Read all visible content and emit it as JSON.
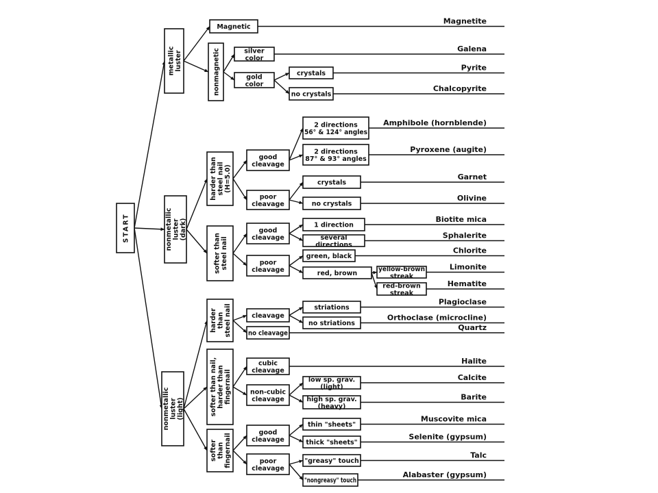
{
  "nodes": [
    {
      "id": "start",
      "lines": [
        "START"
      ]
    },
    {
      "id": "metallic",
      "lines": [
        "metallic",
        "luster"
      ]
    },
    {
      "id": "nonmet-dark",
      "lines": [
        "nonmetallic",
        "luster",
        "(dark)"
      ]
    },
    {
      "id": "nonmet-light",
      "lines": [
        "nonmetallic",
        "luster",
        "(light)"
      ]
    },
    {
      "id": "magnetic",
      "lines": [
        "Magnetic"
      ]
    },
    {
      "id": "nonmagnetic",
      "lines": [
        "nonmagnetic"
      ]
    },
    {
      "id": "silver",
      "lines": [
        "silver",
        "color"
      ]
    },
    {
      "id": "gold",
      "lines": [
        "gold",
        "color"
      ]
    },
    {
      "id": "crystals-m",
      "lines": [
        "crystals"
      ]
    },
    {
      "id": "nocrystals-m",
      "lines": [
        "no crystals"
      ]
    },
    {
      "id": "hard-dark",
      "lines": [
        "harder than",
        "steel nail",
        "(H=5.0)"
      ]
    },
    {
      "id": "soft-dark",
      "lines": [
        "softer than",
        "steel nail"
      ]
    },
    {
      "id": "good-cl-1",
      "lines": [
        "good",
        "cleavage"
      ]
    },
    {
      "id": "poor-cl-1",
      "lines": [
        "poor",
        "cleavage"
      ]
    },
    {
      "id": "dir2-56",
      "lines": [
        "2 directions",
        "56° & 124° angles"
      ]
    },
    {
      "id": "dir2-87",
      "lines": [
        "2 directions",
        "87° & 93° angles"
      ]
    },
    {
      "id": "crystals-d",
      "lines": [
        "crystals"
      ]
    },
    {
      "id": "nocrystals-d",
      "lines": [
        "no crystals"
      ]
    },
    {
      "id": "good-cl-2",
      "lines": [
        "good",
        "cleavage"
      ]
    },
    {
      "id": "poor-cl-2",
      "lines": [
        "poor",
        "cleavage"
      ]
    },
    {
      "id": "dir1",
      "lines": [
        "1 direction"
      ]
    },
    {
      "id": "several",
      "lines": [
        "several",
        "directions"
      ]
    },
    {
      "id": "greenblack",
      "lines": [
        "green, black"
      ]
    },
    {
      "id": "redbrown",
      "lines": [
        "red, brown"
      ]
    },
    {
      "id": "yb-streak",
      "lines": [
        "yellow-brown",
        "streak"
      ]
    },
    {
      "id": "rb-streak",
      "lines": [
        "red-brown",
        "streak"
      ]
    },
    {
      "id": "hard-light",
      "lines": [
        "harder",
        "than",
        "steel nail"
      ]
    },
    {
      "id": "mid-light",
      "lines": [
        "softer than nail,",
        "harder than",
        "fingernail"
      ]
    },
    {
      "id": "soft-light",
      "lines": [
        "softer",
        "than",
        "fingernail"
      ]
    },
    {
      "id": "cleavage-l",
      "lines": [
        "cleavage"
      ]
    },
    {
      "id": "nocleavage-l",
      "lines": [
        "no cleavage"
      ]
    },
    {
      "id": "striations",
      "lines": [
        "striations"
      ]
    },
    {
      "id": "nostriations",
      "lines": [
        "no striations"
      ]
    },
    {
      "id": "cubic",
      "lines": [
        "cubic",
        "cleavage"
      ]
    },
    {
      "id": "noncubic",
      "lines": [
        "non-cubic",
        "cleavage"
      ]
    },
    {
      "id": "lowsg",
      "lines": [
        "low sp. grav.",
        "(light)"
      ]
    },
    {
      "id": "highsg",
      "lines": [
        "high sp. grav.",
        "(heavy)"
      ]
    },
    {
      "id": "good-cl-3",
      "lines": [
        "good",
        "cleavage"
      ]
    },
    {
      "id": "poor-cl-3",
      "lines": [
        "poor",
        "cleavage"
      ]
    },
    {
      "id": "thin",
      "lines": [
        "thin \"sheets\""
      ]
    },
    {
      "id": "thick",
      "lines": [
        "thick \"sheets\""
      ]
    },
    {
      "id": "greasy",
      "lines": [
        "\"greasy\" touch"
      ]
    },
    {
      "id": "nongreasy",
      "lines": [
        "\"nongreasy\" touch"
      ]
    }
  ],
  "minerals": [
    {
      "id": "magnetite",
      "name": "Magnetite"
    },
    {
      "id": "galena",
      "name": "Galena"
    },
    {
      "id": "pyrite",
      "name": "Pyrite"
    },
    {
      "id": "chalcopyrite",
      "name": "Chalcopyrite"
    },
    {
      "id": "amphibole",
      "name": "Amphibole (hornblende)"
    },
    {
      "id": "pyroxene",
      "name": "Pyroxene (augite)"
    },
    {
      "id": "garnet",
      "name": "Garnet"
    },
    {
      "id": "olivine",
      "name": "Olivine"
    },
    {
      "id": "biotite",
      "name": "Biotite mica"
    },
    {
      "id": "sphalerite",
      "name": "Sphalerite"
    },
    {
      "id": "chlorite",
      "name": "Chlorite"
    },
    {
      "id": "limonite",
      "name": "Limonite"
    },
    {
      "id": "hematite",
      "name": "Hematite"
    },
    {
      "id": "plagioclase",
      "name": "Plagioclase"
    },
    {
      "id": "orthoclase",
      "name": "Orthoclase (microcline)"
    },
    {
      "id": "quartz",
      "name": "Quartz"
    },
    {
      "id": "halite",
      "name": "Halite"
    },
    {
      "id": "calcite",
      "name": "Calcite"
    },
    {
      "id": "barite",
      "name": "Barite"
    },
    {
      "id": "muscovite",
      "name": "Muscovite mica"
    },
    {
      "id": "selenite",
      "name": "Selenite (gypsum)"
    },
    {
      "id": "talc",
      "name": "Talc"
    },
    {
      "id": "alabaster",
      "name": "Alabaster (gypsum)"
    }
  ],
  "edges": [
    [
      "start",
      "metallic"
    ],
    [
      "start",
      "nonmet-dark"
    ],
    [
      "start",
      "nonmet-light"
    ],
    [
      "metallic",
      "magnetic"
    ],
    [
      "metallic",
      "nonmagnetic"
    ],
    [
      "nonmagnetic",
      "silver"
    ],
    [
      "nonmagnetic",
      "gold"
    ],
    [
      "gold",
      "crystals-m"
    ],
    [
      "gold",
      "nocrystals-m"
    ],
    [
      "nonmet-dark",
      "hard-dark"
    ],
    [
      "nonmet-dark",
      "soft-dark"
    ],
    [
      "hard-dark",
      "good-cl-1"
    ],
    [
      "hard-dark",
      "poor-cl-1"
    ],
    [
      "good-cl-1",
      "dir2-56"
    ],
    [
      "good-cl-1",
      "dir2-87"
    ],
    [
      "poor-cl-1",
      "crystals-d"
    ],
    [
      "poor-cl-1",
      "nocrystals-d"
    ],
    [
      "soft-dark",
      "good-cl-2"
    ],
    [
      "soft-dark",
      "poor-cl-2"
    ],
    [
      "good-cl-2",
      "dir1"
    ],
    [
      "good-cl-2",
      "several"
    ],
    [
      "poor-cl-2",
      "greenblack"
    ],
    [
      "poor-cl-2",
      "redbrown"
    ],
    [
      "redbrown",
      "yb-streak"
    ],
    [
      "redbrown",
      "rb-streak"
    ],
    [
      "nonmet-light",
      "hard-light"
    ],
    [
      "nonmet-light",
      "mid-light"
    ],
    [
      "nonmet-light",
      "soft-light"
    ],
    [
      "hard-light",
      "cleavage-l"
    ],
    [
      "hard-light",
      "nocleavage-l"
    ],
    [
      "cleavage-l",
      "striations"
    ],
    [
      "cleavage-l",
      "nostriations"
    ],
    [
      "mid-light",
      "cubic"
    ],
    [
      "mid-light",
      "noncubic"
    ],
    [
      "noncubic",
      "lowsg"
    ],
    [
      "noncubic",
      "highsg"
    ],
    [
      "soft-light",
      "good-cl-3"
    ],
    [
      "soft-light",
      "poor-cl-3"
    ],
    [
      "good-cl-3",
      "thin"
    ],
    [
      "good-cl-3",
      "thick"
    ],
    [
      "poor-cl-3",
      "greasy"
    ],
    [
      "poor-cl-3",
      "nongreasy"
    ]
  ],
  "results": [
    [
      "magnetic",
      "magnetite"
    ],
    [
      "silver",
      "galena"
    ],
    [
      "crystals-m",
      "pyrite"
    ],
    [
      "nocrystals-m",
      "chalcopyrite"
    ],
    [
      "dir2-56",
      "amphibole"
    ],
    [
      "dir2-87",
      "pyroxene"
    ],
    [
      "crystals-d",
      "garnet"
    ],
    [
      "nocrystals-d",
      "olivine"
    ],
    [
      "dir1",
      "biotite"
    ],
    [
      "several",
      "sphalerite"
    ],
    [
      "greenblack",
      "chlorite"
    ],
    [
      "yb-streak",
      "limonite"
    ],
    [
      "rb-streak",
      "hematite"
    ],
    [
      "striations",
      "plagioclase"
    ],
    [
      "nostriations",
      "orthoclase"
    ],
    [
      "nocleavage-l",
      "quartz"
    ],
    [
      "cubic",
      "halite"
    ],
    [
      "lowsg",
      "calcite"
    ],
    [
      "highsg",
      "barite"
    ],
    [
      "thin",
      "muscovite"
    ],
    [
      "thick",
      "selenite"
    ],
    [
      "greasy",
      "talc"
    ],
    [
      "nongreasy",
      "alabaster"
    ]
  ]
}
